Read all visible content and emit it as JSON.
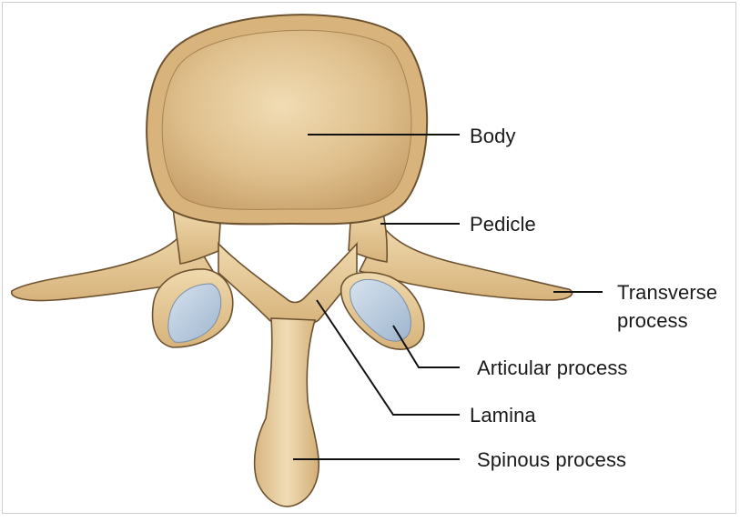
{
  "labels": {
    "body": "Body",
    "pedicle": "Pedicle",
    "transverse_process_line1": "Transverse",
    "transverse_process_line2": "process",
    "articular_process": "Articular process",
    "lamina": "Lamina",
    "spinous_process": "Spinous process"
  },
  "colors": {
    "bone_fill": "#e8cfa0",
    "bone_shadow": "#c9a46c",
    "bone_outline": "#6d5230",
    "articular_facet": "#b9cbe0",
    "leader_line": "#111111"
  }
}
